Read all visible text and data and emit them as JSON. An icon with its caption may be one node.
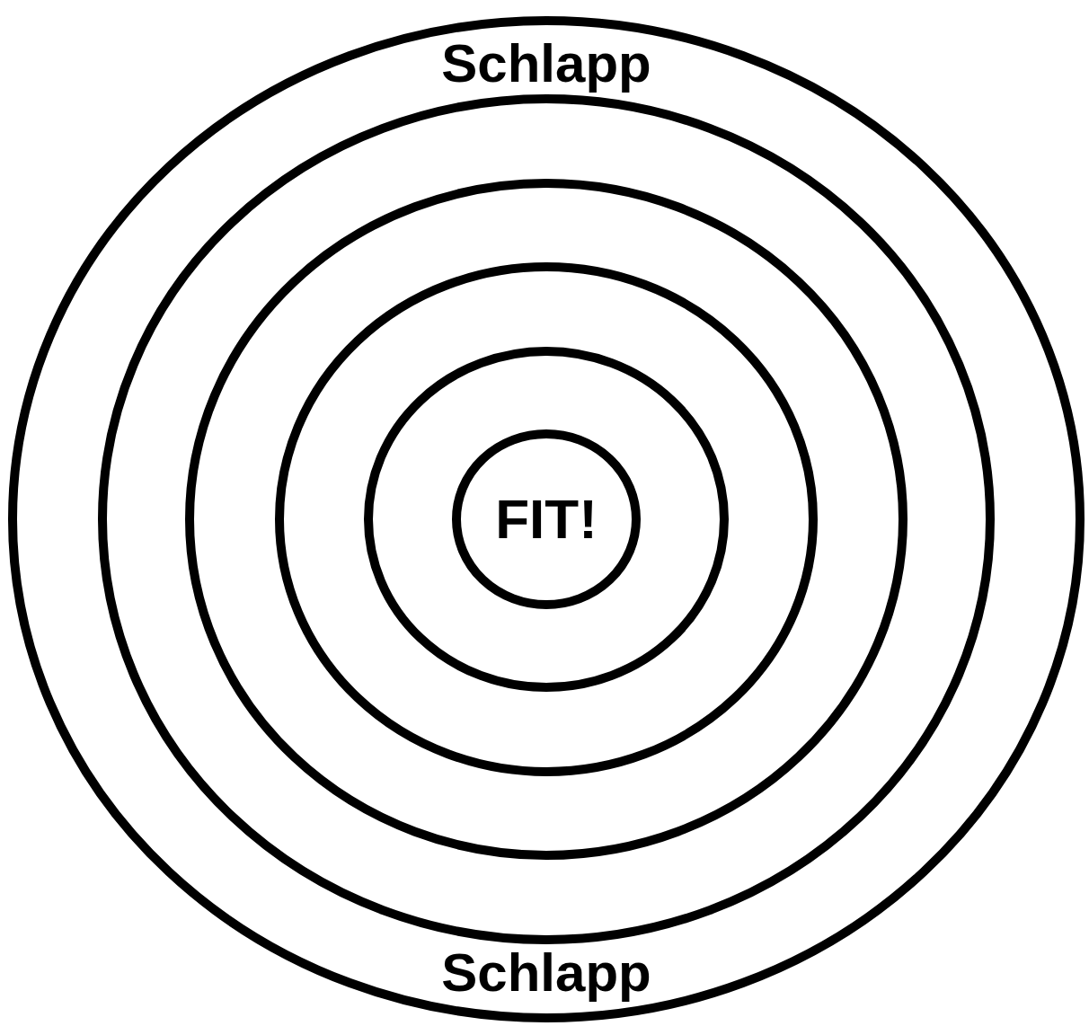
{
  "diagram": {
    "nodes": [
      {
        "text": [
          "Schlapp",
          "Schlapp"
        ]
      },
      {
        "text": [],
        "shape": "circle",
        "in": 0
      },
      {
        "text": [],
        "shape": "circle",
        "in": 1
      },
      {
        "text": [],
        "shape": "circle",
        "in": 2
      },
      {
        "text": [],
        "shape": "circle",
        "in": 3
      },
      {
        "text": [
          "FIT!"
        ],
        "in": 4
      }
    ],
    "edges": []
  }
}
